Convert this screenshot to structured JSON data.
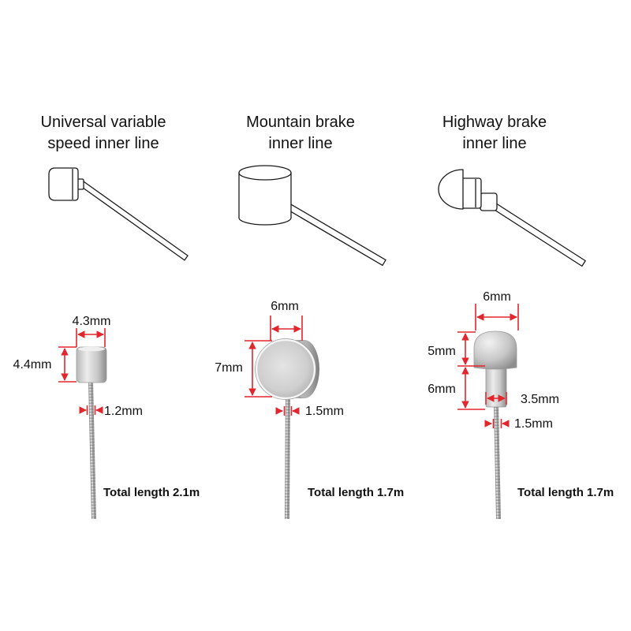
{
  "products": [
    {
      "title_line1": "Universal variable",
      "title_line2": "speed inner line",
      "dim_head_width": "4.3mm",
      "dim_head_height": "4.4mm",
      "dim_wire": "1.2mm",
      "total_length": "Total length 2.1m"
    },
    {
      "title_line1": "Mountain brake",
      "title_line2": "inner line",
      "dim_head_width": "6mm",
      "dim_head_height": "7mm",
      "dim_wire": "1.5mm",
      "total_length": "Total length 1.7m"
    },
    {
      "title_line1": "Highway brake",
      "title_line2": "inner line",
      "dim_head_width": "6mm",
      "dim_dome_height": "5mm",
      "dim_neck_height": "6mm",
      "dim_collar_width": "3.5mm",
      "dim_wire": "1.5mm",
      "total_length": "Total length 1.7m"
    }
  ],
  "colors": {
    "dimension": "#e3262d",
    "text": "#111111",
    "background": "#ffffff"
  }
}
